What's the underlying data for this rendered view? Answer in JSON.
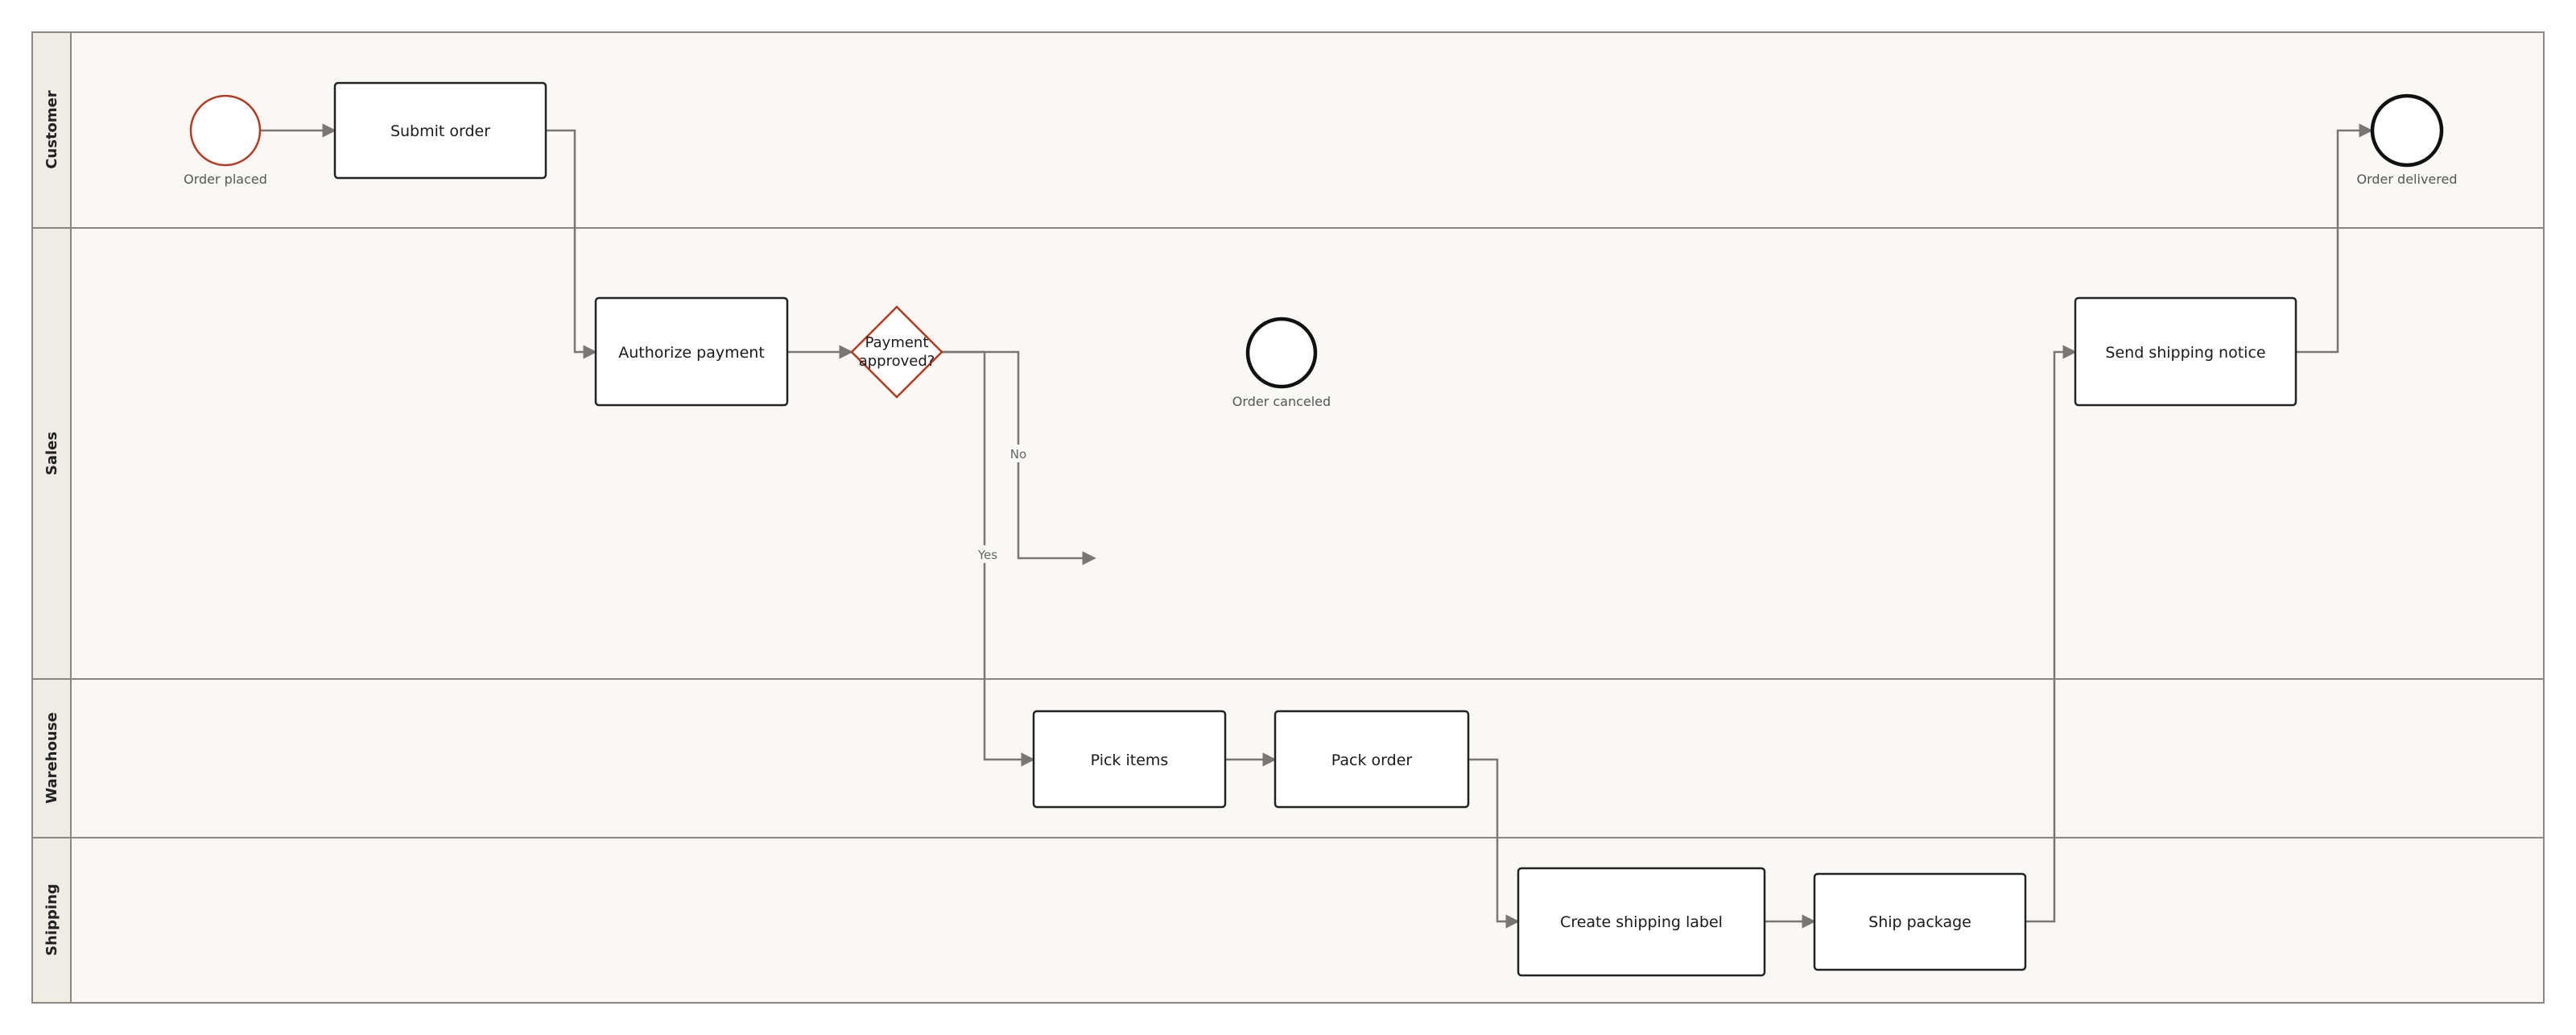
{
  "lanes": [
    {
      "id": "customer",
      "label": "Customer"
    },
    {
      "id": "sales",
      "label": "Sales"
    },
    {
      "id": "warehouse",
      "label": "Warehouse"
    },
    {
      "id": "shipping",
      "label": "Shipping"
    }
  ],
  "events": {
    "order_placed": "Order placed",
    "order_canceled": "Order canceled",
    "order_delivered": "Order delivered"
  },
  "tasks": {
    "submit_order": "Submit order",
    "authorize_payment": "Authorize payment",
    "send_shipping_notice": "Send shipping notice",
    "pick_items": "Pick items",
    "pack_order": "Pack order",
    "create_shipping_label": "Create shipping label",
    "ship_package": "Ship package"
  },
  "gateway": {
    "line1": "Payment",
    "line2": "approved?"
  },
  "flow_labels": {
    "no": "No",
    "yes": "Yes"
  },
  "colors": {
    "start_event": "#b5391f",
    "gateway": "#b5391f",
    "end_event": "#111111",
    "flow": "#7a7772",
    "lane_background": "#faf8f5",
    "lane_header": "#efece6"
  }
}
